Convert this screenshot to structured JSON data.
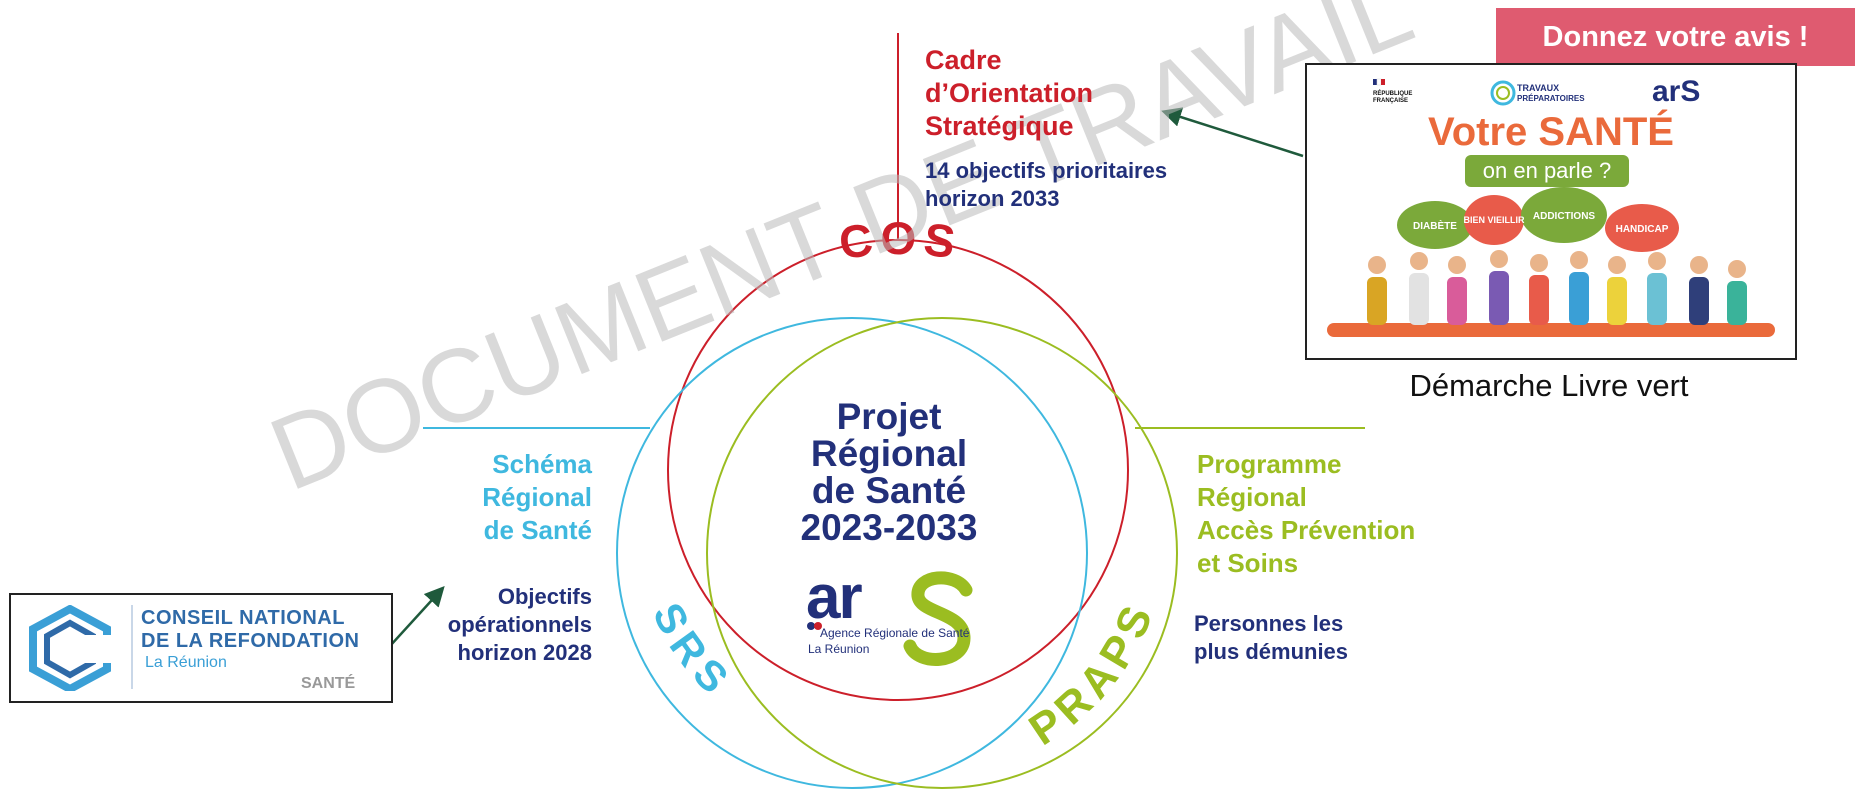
{
  "watermark": "DOCUMENT DE TRAVAIL",
  "feedback_button": "Donnez votre avis !",
  "center": {
    "title_lines": [
      "Projet",
      "Régional",
      "de Santé",
      "2023-2033"
    ],
    "logo_text": "arS",
    "agency": "Agence Régionale de Santé",
    "place": "La Réunion"
  },
  "cos": {
    "label": "COS",
    "title_lines": [
      "Cadre",
      "d’Orientation",
      "Stratégique"
    ],
    "sub_lines": [
      "14 objectifs prioritaires",
      "horizon 2033"
    ]
  },
  "srs": {
    "label": "SRS",
    "title_lines": [
      "Schéma",
      "Régional",
      "de Santé"
    ],
    "sub_lines": [
      "Objectifs",
      "opérationnels",
      "horizon 2028"
    ]
  },
  "praps": {
    "label": "PRAPS",
    "title_lines": [
      "Programme",
      "Régional",
      "Accès Prévention",
      "et Soins"
    ],
    "sub_lines": [
      "Personnes les",
      "plus démunies"
    ]
  },
  "livre_vert": {
    "caption": "Démarche Livre vert",
    "poster": {
      "republique": [
        "RÉPUBLIQUE",
        "FRANÇAISE"
      ],
      "travaux": [
        "TRAVAUX",
        "PRÉPARATOIRES"
      ],
      "ars": "arS",
      "headline": "Votre SANTÉ",
      "tagline": "on en parle ?",
      "bubbles": [
        "DIABÈTE",
        "BIEN VIEILLIR",
        "ADDICTIONS",
        "HANDICAP"
      ]
    }
  },
  "cnr_logo": {
    "title_1": "CONSEIL NATIONAL",
    "title_2": "DE LA REFONDATION",
    "place": "La Réunion",
    "tag": "SANTÉ"
  },
  "colors": {
    "cos": "#cc1f2a",
    "srs": "#3fb8df",
    "praps": "#9bbd21",
    "navy": "#22307a",
    "arrow": "#1f5a3c",
    "feedback": "#df5b70"
  }
}
